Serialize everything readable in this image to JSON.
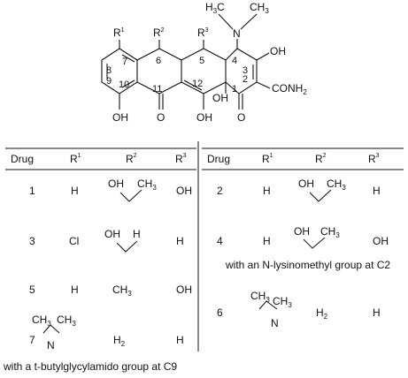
{
  "structure": {
    "substituents": {
      "r1": "R",
      "r2": "R",
      "r3": "R",
      "sup1": "1",
      "sup2": "2",
      "sup3": "3"
    },
    "ring_numbers": [
      "7",
      "8",
      "9",
      "10",
      "6",
      "5",
      "4",
      "3",
      "2",
      "1",
      "11",
      "12"
    ],
    "groups": {
      "n_top": "N",
      "h3c": "H",
      "h3c_3": "3",
      "h3c_c": "C",
      "ch3_ch": "CH",
      "ch3_3": "3",
      "oh_c3": "OH",
      "conh2": "CONH",
      "conh2_2": "2",
      "oh_c10": "OH",
      "o_c11": "O",
      "oh_c12": "OH",
      "oh_c12a": "OH",
      "o_c1": "O"
    }
  },
  "table": {
    "headers_left": [
      "Drug",
      "R",
      "R",
      "R"
    ],
    "headers_right": [
      "Drug",
      "R",
      "R",
      "R"
    ],
    "header_sups": [
      "1",
      "2",
      "3"
    ],
    "left_rows": [
      {
        "drug": "1",
        "r1": "H",
        "r2_oh": "OH",
        "r2_ch": "CH",
        "r2_3": "3",
        "r3": "OH"
      },
      {
        "drug": "3",
        "r1": "Cl",
        "r2_oh": "OH",
        "r2_h": "H",
        "r3": "H"
      },
      {
        "drug": "5",
        "r1": "H",
        "r2_ch": "CH",
        "r2_3": "3",
        "r3": "OH"
      },
      {
        "drug": "7",
        "r1_ch": "CH",
        "r1_3": "3",
        "r1_ch_b": "CH",
        "r1_3_b": "3",
        "r1_n": "N",
        "r2_h": "H",
        "r2_2": "2",
        "r3": "H"
      }
    ],
    "right_rows": [
      {
        "drug": "2",
        "r1": "H",
        "r2_oh": "OH",
        "r2_ch": "CH",
        "r2_3": "3",
        "r3": "H"
      },
      {
        "drug": "4",
        "r1": "H",
        "r2_oh": "OH",
        "r2_ch": "CH",
        "r2_3": "3",
        "r3": "OH"
      },
      {
        "drug": "6",
        "r1_ch": "CH",
        "r1_3": "3",
        "r1_ch_b": "CH",
        "r1_3_b": "3",
        "r1_n": "N",
        "r2_h": "H",
        "r2_2": "2",
        "r3": "H"
      }
    ],
    "notes": {
      "drug4": "with an N-lysinomethyl group at C2",
      "drug7": "with a t-butylglycylamido group at C9"
    }
  }
}
